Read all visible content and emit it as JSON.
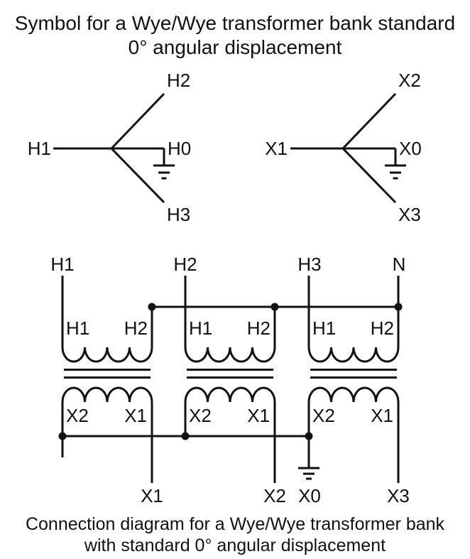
{
  "title": {
    "line1": "Symbol for a Wye/Wye transformer bank standard",
    "line2": "0° angular displacement"
  },
  "caption": {
    "line1": "Connection diagram for a Wye/Wye transformer bank",
    "line2": "with standard 0° angular displacement"
  },
  "wye_symbols": {
    "high_side": {
      "left": "H1",
      "top": "H2",
      "neutral": "H0",
      "bottom": "H3"
    },
    "low_side": {
      "left": "X1",
      "top": "X2",
      "neutral": "X0",
      "bottom": "X3"
    }
  },
  "connection_diagram": {
    "supply_leads": [
      "H1",
      "H2",
      "H3",
      "N"
    ],
    "transformers": [
      {
        "primary_left": "H1",
        "primary_right": "H2",
        "secondary_left": "X2",
        "secondary_right": "X1"
      },
      {
        "primary_left": "H1",
        "primary_right": "H2",
        "secondary_left": "X2",
        "secondary_right": "X1"
      },
      {
        "primary_left": "H1",
        "primary_right": "H2",
        "secondary_left": "X2",
        "secondary_right": "X1"
      }
    ],
    "secondary_leads": [
      "X1",
      "X2",
      "X0",
      "X3"
    ]
  },
  "colors": {
    "line": "#111111",
    "text": "#111111",
    "background": "#ffffff"
  }
}
